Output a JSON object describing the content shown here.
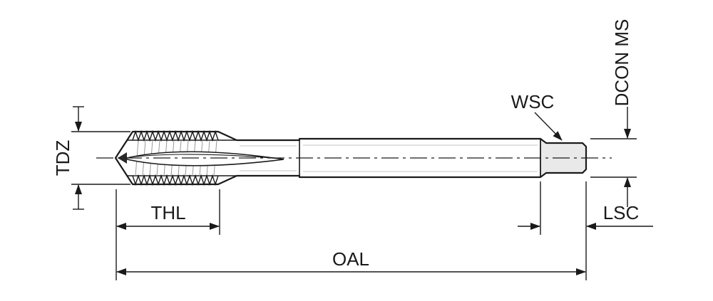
{
  "diagram": {
    "type": "technical-drawing",
    "subject": "machine tap with dimension callouts",
    "colors": {
      "line": "#1a1a1a",
      "background": "#ffffff",
      "body_fill": "#ffffff",
      "square_fill": "#e9e9e9",
      "hatch": "#999999",
      "shading": "#d8d8d8"
    },
    "labels": {
      "tdz": "TDZ",
      "thl": "THL",
      "oal": "OAL",
      "wsc": "WSC",
      "dcon_ms": "DCON MS",
      "lsc": "LSC"
    }
  }
}
